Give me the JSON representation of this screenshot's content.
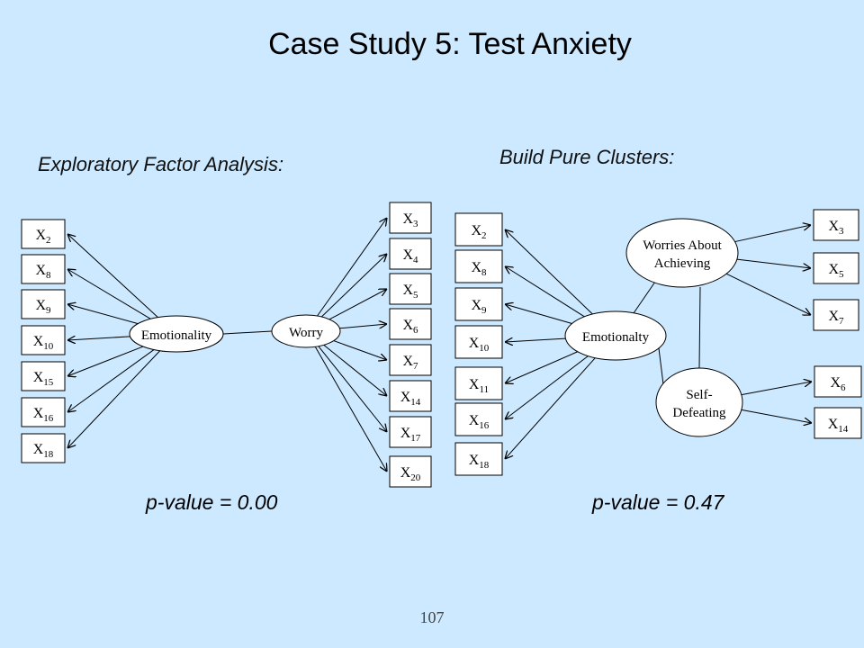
{
  "title": "Case Study 5: Test Anxiety",
  "left": {
    "heading": "Exploratory Factor Analysis:",
    "pvalue": "p-value = 0.00",
    "factors": [
      "Emotionality",
      "Worry"
    ],
    "emotionality_items": [
      {
        "base": "X",
        "sub": "2"
      },
      {
        "base": "X",
        "sub": "8"
      },
      {
        "base": "X",
        "sub": "9"
      },
      {
        "base": "X",
        "sub": "10"
      },
      {
        "base": "X",
        "sub": "15"
      },
      {
        "base": "X",
        "sub": "16"
      },
      {
        "base": "X",
        "sub": "18"
      }
    ],
    "worry_items": [
      {
        "base": "X",
        "sub": "3"
      },
      {
        "base": "X",
        "sub": "4"
      },
      {
        "base": "X",
        "sub": "5"
      },
      {
        "base": "X",
        "sub": "6"
      },
      {
        "base": "X",
        "sub": "7"
      },
      {
        "base": "X",
        "sub": "14"
      },
      {
        "base": "X",
        "sub": "17"
      },
      {
        "base": "X",
        "sub": "20"
      }
    ]
  },
  "right": {
    "heading": "Build Pure Clusters:",
    "pvalue": "p-value = 0.47",
    "factors": {
      "emotionality": "Emotionalty",
      "worries_line1": "Worries About",
      "worries_line2": "Achieving",
      "self_line1": "Self-",
      "self_line2": "Defeating"
    },
    "emotionality_items": [
      {
        "base": "X",
        "sub": "2"
      },
      {
        "base": "X",
        "sub": "8"
      },
      {
        "base": "X",
        "sub": "9"
      },
      {
        "base": "X",
        "sub": "10"
      },
      {
        "base": "X",
        "sub": "11"
      },
      {
        "base": "X",
        "sub": "16"
      },
      {
        "base": "X",
        "sub": "18"
      }
    ],
    "worries_items": [
      {
        "base": "X",
        "sub": "3"
      },
      {
        "base": "X",
        "sub": "5"
      },
      {
        "base": "X",
        "sub": "7"
      }
    ],
    "selfdefeating_items": [
      {
        "base": "X",
        "sub": "6"
      },
      {
        "base": "X",
        "sub": "14"
      }
    ]
  },
  "page_number": "107",
  "colors": {
    "background": "#cce9ff",
    "box": "#ffffff",
    "line": "#000000"
  }
}
